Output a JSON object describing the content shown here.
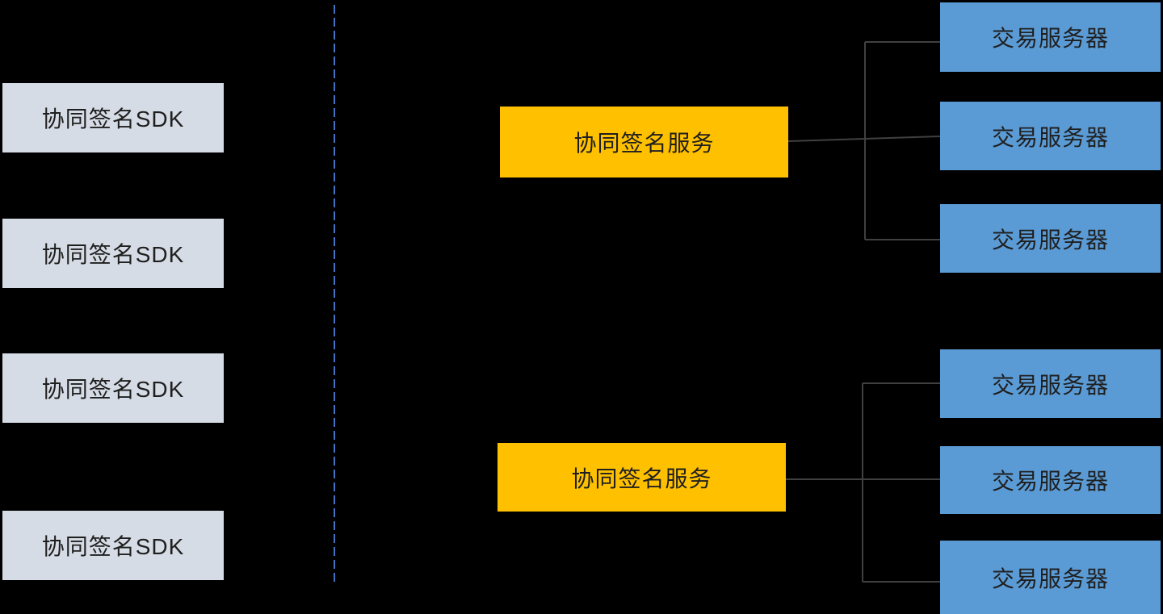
{
  "diagram": {
    "title": "collaborative-signing-architecture",
    "background": "#000000",
    "colors": {
      "sdk_box_fill": "#D6DCE5",
      "service_box_fill": "#FFC000",
      "server_box_fill": "#5B9BD5",
      "separator_line": "#4472C4",
      "connector_line": "#404040",
      "box_text": "#1F1F1F"
    },
    "sdk_boxes": [
      {
        "label": "协同签名SDK"
      },
      {
        "label": "协同签名SDK"
      },
      {
        "label": "协同签名SDK"
      },
      {
        "label": "协同签名SDK"
      }
    ],
    "service_boxes": [
      {
        "label": "协同签名服务"
      },
      {
        "label": "协同签名服务"
      }
    ],
    "server_boxes": [
      {
        "label": "交易服务器"
      },
      {
        "label": "交易服务器"
      },
      {
        "label": "交易服务器"
      },
      {
        "label": "交易服务器"
      },
      {
        "label": "交易服务器"
      },
      {
        "label": "交易服务器"
      }
    ]
  }
}
